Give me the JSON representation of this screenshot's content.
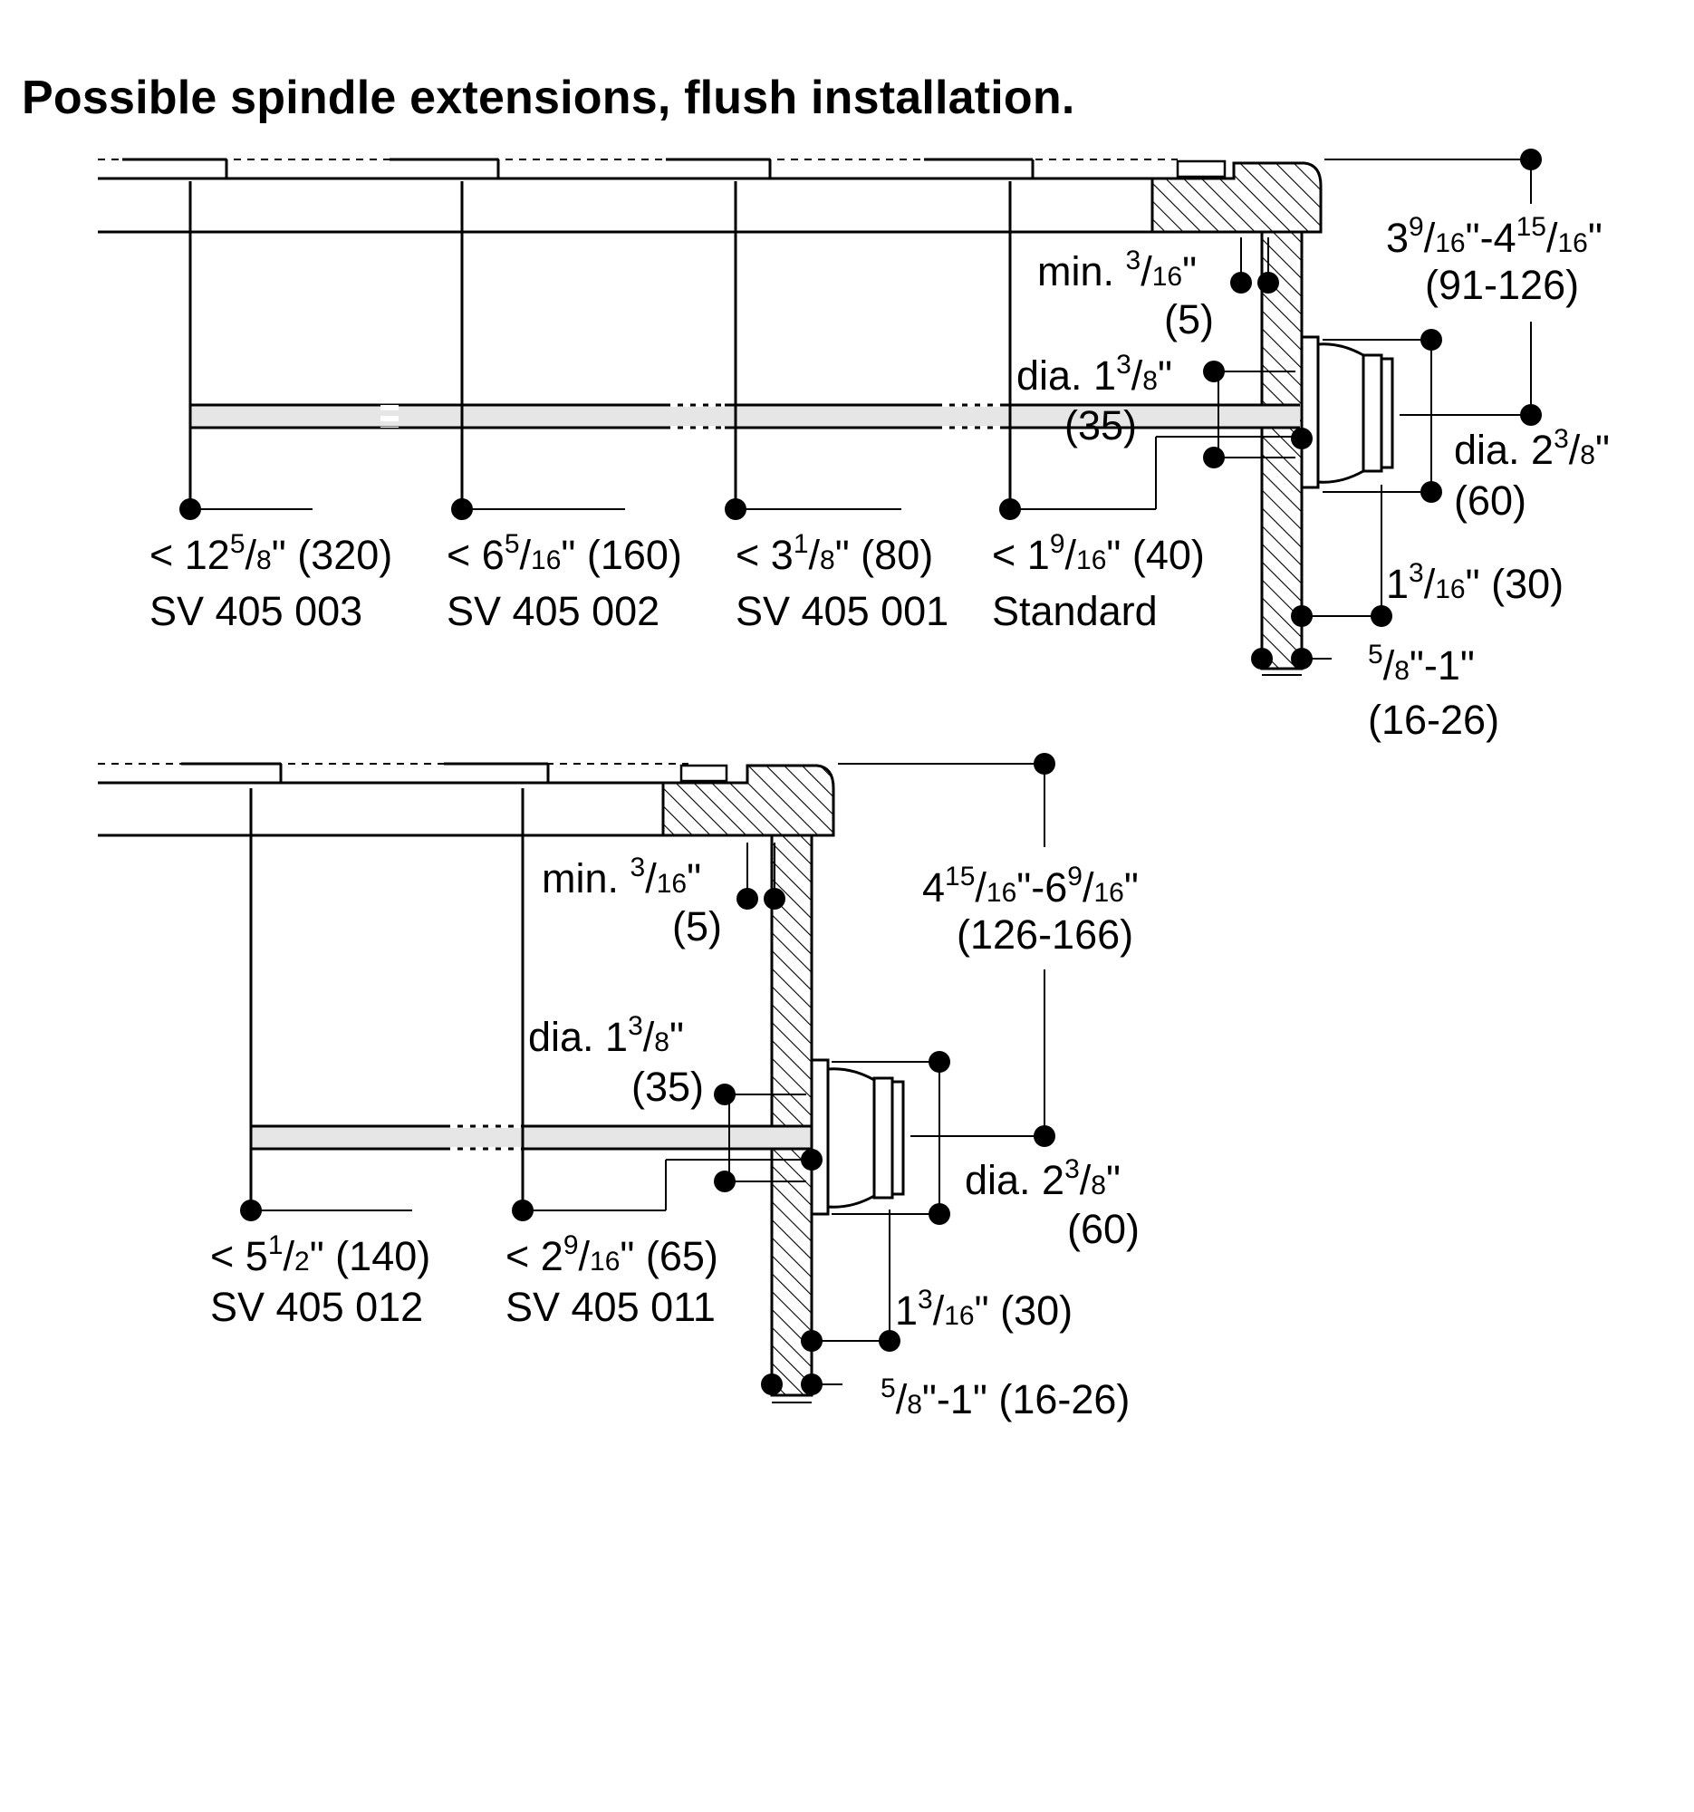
{
  "title": "Possible spindle extensions, flush installation.",
  "colors": {
    "ink": "#000000",
    "spindle_fill": "#e6e6e6",
    "background": "#ffffff"
  },
  "diagram_top": {
    "height_dimension": {
      "whole": "3",
      "num1": "9",
      "den1": "16",
      "sep": "\"-4",
      "num2": "15",
      "den2": "16",
      "tail": "\"",
      "metric": "(91-126)"
    },
    "min_gap": {
      "prefix": "min. ",
      "num": "3",
      "den": "16",
      "tail": "\"",
      "metric": "(5)"
    },
    "spindle_dia": {
      "prefix": "dia. 1",
      "num": "3",
      "den": "8",
      "tail": "\"",
      "metric": "(35)"
    },
    "knob_dia": {
      "prefix": "dia. 2",
      "num": "3",
      "den": "8",
      "tail": "\"",
      "metric": "(60)"
    },
    "knob_depth": {
      "whole": "1",
      "num": "3",
      "den": "16",
      "tail": "\" (30)"
    },
    "panel_thickness": {
      "num": "5",
      "den": "8",
      "tail": "\"-1\"",
      "metric": "(16-26)"
    },
    "extensions": [
      {
        "prefix": "< 12",
        "num": "5",
        "den": "8",
        "tail": "\" (320)",
        "model": "SV 405 003"
      },
      {
        "prefix": "< 6",
        "num": "5",
        "den": "16",
        "tail": "\" (160)",
        "model": "SV 405 002"
      },
      {
        "prefix": "< 3",
        "num": "1",
        "den": "8",
        "tail": "\" (80)",
        "model": "SV 405 001"
      },
      {
        "prefix": "< 1",
        "num": "9",
        "den": "16",
        "tail": "\" (40)",
        "model": "Standard"
      }
    ]
  },
  "diagram_bottom": {
    "height_dimension": {
      "whole": "4",
      "num1": "15",
      "den1": "16",
      "sep": "\"-6",
      "num2": "9",
      "den2": "16",
      "tail": "\"",
      "metric": "(126-166)"
    },
    "min_gap": {
      "prefix": "min. ",
      "num": "3",
      "den": "16",
      "tail": "\"",
      "metric": "(5)"
    },
    "spindle_dia": {
      "prefix": "dia. 1",
      "num": "3",
      "den": "8",
      "tail": "\"",
      "metric": "(35)"
    },
    "knob_dia": {
      "prefix": "dia. 2",
      "num": "3",
      "den": "8",
      "tail": "\"",
      "metric": "(60)"
    },
    "knob_depth": {
      "whole": "1",
      "num": "3",
      "den": "16",
      "tail": "\" (30)"
    },
    "panel_thickness": {
      "num": "5",
      "den": "8",
      "tail": "\"-1\" (16-26)"
    },
    "extensions": [
      {
        "prefix": "< 5",
        "num": "1",
        "den": "2",
        "tail": "\" (140)",
        "model": "SV 405 012"
      },
      {
        "prefix": "< 2",
        "num": "9",
        "den": "16",
        "tail": "\" (65)",
        "model": "SV 405 011"
      }
    ]
  }
}
